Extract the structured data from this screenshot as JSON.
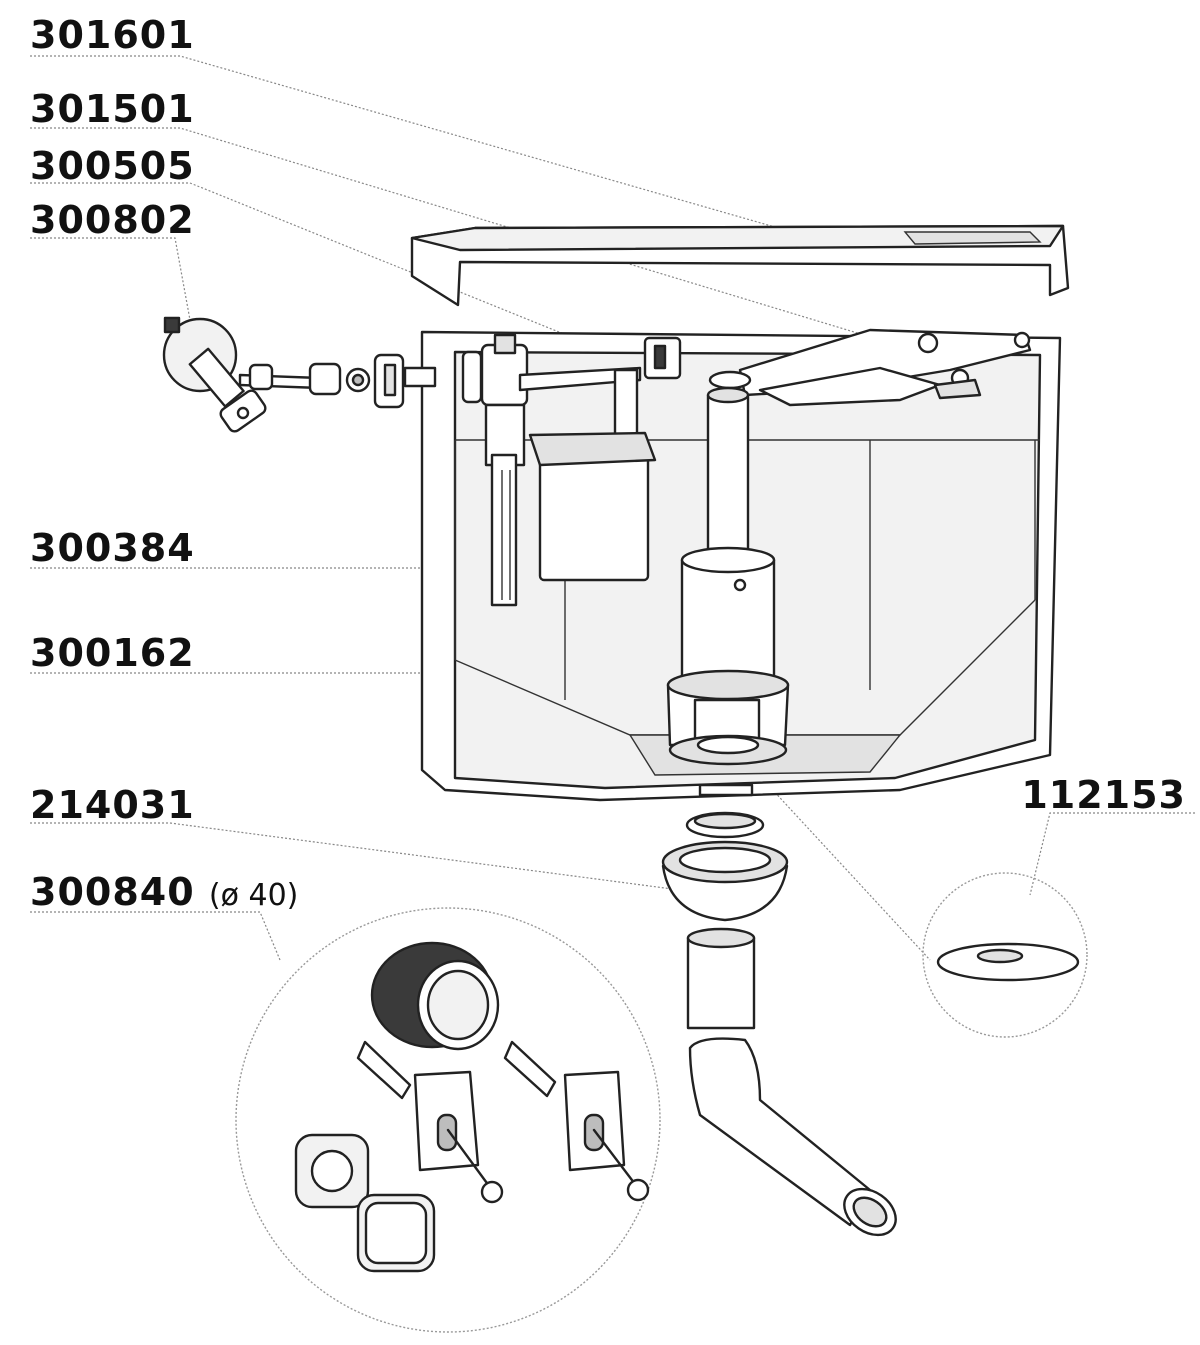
{
  "labels": {
    "cover": "301601",
    "flush_lever": "301501",
    "flush_handle_link": "300505",
    "angle_valve": "300802",
    "fill_valve": "300384",
    "flush_valve": "300162",
    "connector_nut": "214031",
    "fixing_kit": "300840",
    "fixing_kit_note": "(ø 40)",
    "seal_washer": "112153"
  }
}
